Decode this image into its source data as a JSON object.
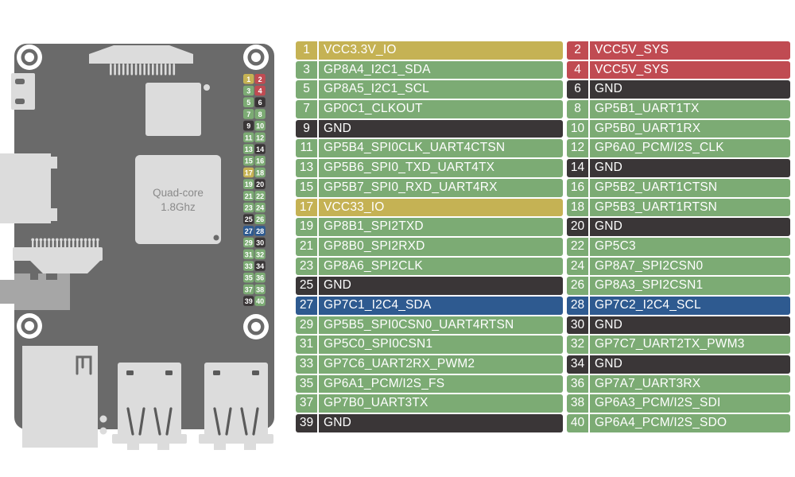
{
  "board": {
    "cpu_label_line1": "Quad-core",
    "cpu_label_line2": "1.8Ghz"
  },
  "colors": {
    "power33": "#c5b254",
    "power5v": "#c04b52",
    "ground": "#3a3637",
    "gpio": "#7cab74",
    "i2c4": "#2e5a90",
    "board_body": "#6a6a6a",
    "connector_light": "#dcdcdc",
    "connector_medium": "#a6a6a6",
    "chip_text": "#8a8a8a"
  },
  "pins": [
    {
      "num": 1,
      "label": "VCC3.3V_IO",
      "type": "power33"
    },
    {
      "num": 2,
      "label": "VCC5V_SYS",
      "type": "power5v"
    },
    {
      "num": 3,
      "label": "GP8A4_I2C1_SDA",
      "type": "gpio"
    },
    {
      "num": 4,
      "label": "VCC5V_SYS",
      "type": "power5v"
    },
    {
      "num": 5,
      "label": "GP8A5_I2C1_SCL",
      "type": "gpio"
    },
    {
      "num": 6,
      "label": "GND",
      "type": "ground"
    },
    {
      "num": 7,
      "label": "GP0C1_CLKOUT",
      "type": "gpio"
    },
    {
      "num": 8,
      "label": "GP5B1_UART1TX",
      "type": "gpio"
    },
    {
      "num": 9,
      "label": "GND",
      "type": "ground"
    },
    {
      "num": 10,
      "label": "GP5B0_UART1RX",
      "type": "gpio"
    },
    {
      "num": 11,
      "label": "GP5B4_SPI0CLK_UART4CTSN",
      "type": "gpio"
    },
    {
      "num": 12,
      "label": "GP6A0_PCM/I2S_CLK",
      "type": "gpio"
    },
    {
      "num": 13,
      "label": "GP5B6_SPI0_TXD_UART4TX",
      "type": "gpio"
    },
    {
      "num": 14,
      "label": "GND",
      "type": "ground"
    },
    {
      "num": 15,
      "label": "GP5B7_SPI0_RXD_UART4RX",
      "type": "gpio"
    },
    {
      "num": 16,
      "label": "GP5B2_UART1CTSN",
      "type": "gpio"
    },
    {
      "num": 17,
      "label": "VCC33_IO",
      "type": "power33"
    },
    {
      "num": 18,
      "label": "GP5B3_UART1RTSN",
      "type": "gpio"
    },
    {
      "num": 19,
      "label": "GP8B1_SPI2TXD",
      "type": "gpio"
    },
    {
      "num": 20,
      "label": "GND",
      "type": "ground"
    },
    {
      "num": 21,
      "label": "GP8B0_SPI2RXD",
      "type": "gpio"
    },
    {
      "num": 22,
      "label": "GP5C3",
      "type": "gpio"
    },
    {
      "num": 23,
      "label": "GP8A6_SPI2CLK",
      "type": "gpio"
    },
    {
      "num": 24,
      "label": "GP8A7_SPI2CSN0",
      "type": "gpio"
    },
    {
      "num": 25,
      "label": "GND",
      "type": "ground"
    },
    {
      "num": 26,
      "label": "GP8A3_SPI2CSN1",
      "type": "gpio"
    },
    {
      "num": 27,
      "label": "GP7C1_I2C4_SDA",
      "type": "i2c4"
    },
    {
      "num": 28,
      "label": "GP7C2_I2C4_SCL",
      "type": "i2c4"
    },
    {
      "num": 29,
      "label": "GP5B5_SPI0CSN0_UART4RTSN",
      "type": "gpio"
    },
    {
      "num": 30,
      "label": "GND",
      "type": "ground"
    },
    {
      "num": 31,
      "label": "GP5C0_SPI0CSN1",
      "type": "gpio"
    },
    {
      "num": 32,
      "label": "GP7C7_UART2TX_PWM3",
      "type": "gpio"
    },
    {
      "num": 33,
      "label": "GP7C6_UART2RX_PWM2",
      "type": "gpio"
    },
    {
      "num": 34,
      "label": "GND",
      "type": "ground"
    },
    {
      "num": 35,
      "label": "GP6A1_PCM/I2S_FS",
      "type": "gpio"
    },
    {
      "num": 36,
      "label": "GP7A7_UART3RX",
      "type": "gpio"
    },
    {
      "num": 37,
      "label": "GP7B0_UART3TX",
      "type": "gpio"
    },
    {
      "num": 38,
      "label": "GP6A3_PCM/I2S_SDI",
      "type": "gpio"
    },
    {
      "num": 39,
      "label": "GND",
      "type": "ground"
    },
    {
      "num": 40,
      "label": "GP6A4_PCM/I2S_SDO",
      "type": "gpio"
    }
  ]
}
